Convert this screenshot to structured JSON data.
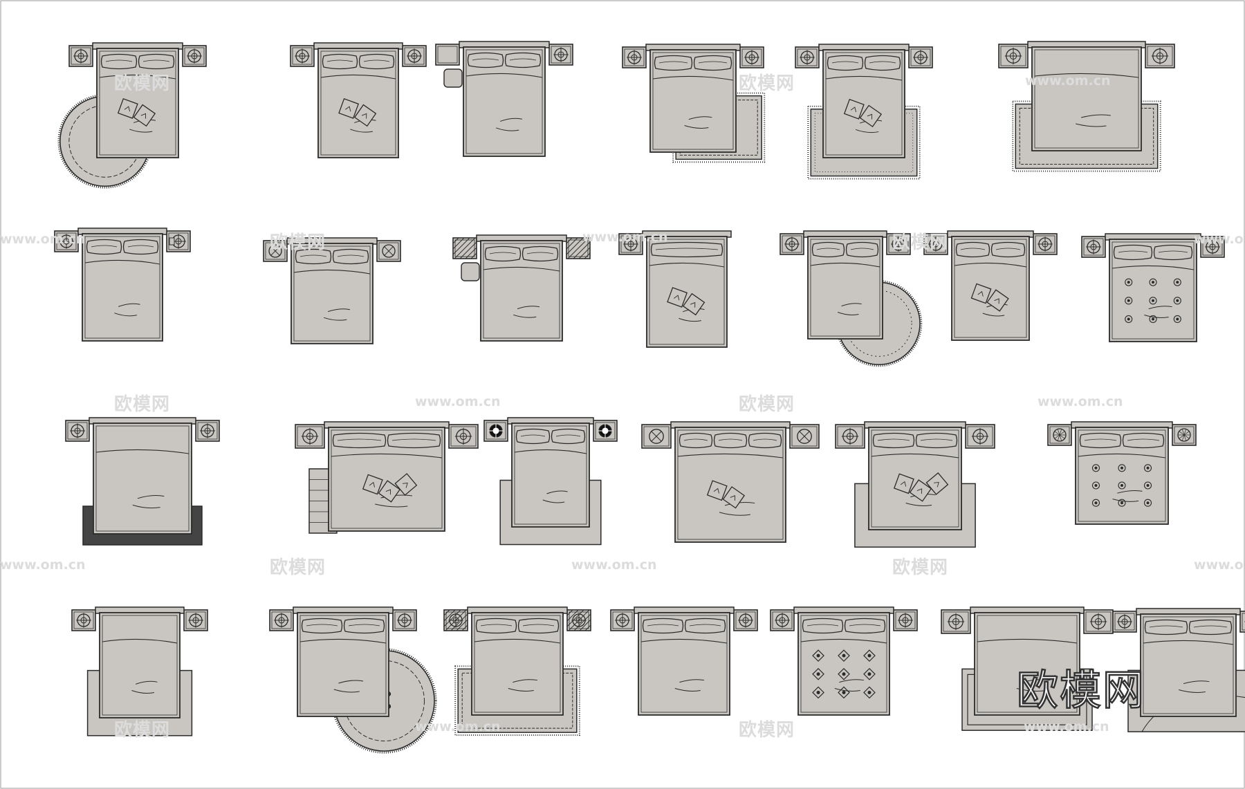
{
  "palette": {
    "fill": "#c9c6c1",
    "line": "#2a2a2a",
    "background": "#ffffff",
    "watermark": "#dcdcdc"
  },
  "watermark": {
    "brand_cn": "欧模网",
    "url": "www.om.cn",
    "logo_cn": "欧模网"
  },
  "beds": [
    {
      "row": 0,
      "size": "double",
      "tables": [
        "lamp-square",
        "lamp-square"
      ],
      "rug": "round-ornate",
      "pillows": 2,
      "cushions": 2
    },
    {
      "row": 0,
      "size": "double",
      "tables": [
        "lamp-round",
        "lamp-round"
      ],
      "rug": "none",
      "pillows": 2,
      "cushions": 2
    },
    {
      "row": 0,
      "size": "double",
      "tables": [
        "desk-with-chair",
        "lamp-square"
      ],
      "rug": "none",
      "pillows": 2,
      "cushions": 0
    },
    {
      "row": 0,
      "size": "double",
      "tables": [
        "lamp-square",
        "lamp-square"
      ],
      "rug": "wave-offset",
      "pillows": 2,
      "cushions": 0
    },
    {
      "row": 0,
      "size": "double",
      "tables": [
        "lamp-square",
        "lamp-square"
      ],
      "rug": "dotted-fringe",
      "pillows": 2,
      "cushions": 2
    },
    {
      "row": 0,
      "size": "king",
      "tables": [
        "lamp-round",
        "lamp-round"
      ],
      "rug": "fringed-fret",
      "pillows": 0,
      "cushions": 0
    },
    {
      "row": 1,
      "size": "double",
      "tables": [
        "lamp-square",
        "phone-lamp"
      ],
      "rug": "none",
      "pillows": 2,
      "cushions": 0
    },
    {
      "row": 1,
      "size": "double",
      "tables": [
        "lamp-x",
        "lamp-x"
      ],
      "rug": "none",
      "pillows": 2,
      "cushions": 0
    },
    {
      "row": 1,
      "size": "double",
      "tables": [
        "hatched-desk",
        "hatched"
      ],
      "rug": "none",
      "pillows": 2,
      "cushions": 0
    },
    {
      "row": 1,
      "size": "double",
      "tables": [
        "lamp-square",
        "none"
      ],
      "rug": "none",
      "pillows": 1,
      "cushions": 2
    },
    {
      "row": 1,
      "size": "double",
      "tables": [
        "lamp-square",
        "lamp-square"
      ],
      "rug": "round-dotted",
      "pillows": 2,
      "cushions": 0
    },
    {
      "row": 1,
      "size": "double",
      "tables": [
        "lamp-round",
        "lamp-round"
      ],
      "rug": "none",
      "pillows": 2,
      "cushions": 2
    },
    {
      "row": 1,
      "size": "double",
      "tables": [
        "lamp-square",
        "lamp-square"
      ],
      "rug": "tulip-cover",
      "pillows": 2,
      "cushions": 0
    },
    {
      "row": 2,
      "size": "double",
      "tables": [
        "lamp-square",
        "lamp-square"
      ],
      "rug": "dark-bar",
      "pillows": 0,
      "cushions": 0
    },
    {
      "row": 2,
      "size": "king",
      "tables": [
        "lamp-square",
        "lamp-square"
      ],
      "rug": "side-grid",
      "pillows": 2,
      "cushions": 3
    },
    {
      "row": 2,
      "size": "double",
      "tables": [
        "lamp-dark",
        "lamp-dark"
      ],
      "rug": "plain",
      "pillows": 2,
      "cushions": 0
    },
    {
      "row": 2,
      "size": "king",
      "tables": [
        "lamp-x",
        "lamp-x"
      ],
      "rug": "none",
      "pillows": 3,
      "cushions": 2
    },
    {
      "row": 2,
      "size": "king",
      "tables": [
        "lamp-square",
        "lamp-square"
      ],
      "rug": "plain-large",
      "pillows": 2,
      "cushions": 3
    },
    {
      "row": 2,
      "size": "double",
      "tables": [
        "lamp-round-ribbed",
        "lamp-round-ribbed"
      ],
      "rug": "floral-cover",
      "pillows": 2,
      "cushions": 0
    },
    {
      "row": 3,
      "size": "single",
      "tables": [
        "lamp-square",
        "lamp-square"
      ],
      "rug": "plain",
      "pillows": 0,
      "cushions": 0
    },
    {
      "row": 3,
      "size": "double",
      "tables": [
        "lamp-round",
        "lamp-round"
      ],
      "rug": "round-spotted",
      "pillows": 2,
      "cushions": 0
    },
    {
      "row": 3,
      "size": "double",
      "tables": [
        "hatched-lamp",
        "hatched-lamp"
      ],
      "rug": "star-border",
      "pillows": 2,
      "cushions": 0
    },
    {
      "row": 3,
      "size": "double",
      "tables": [
        "lamp-round",
        "lamp-round"
      ],
      "rug": "none",
      "pillows": 2,
      "cushions": 0
    },
    {
      "row": 3,
      "size": "double",
      "tables": [
        "lamp-square",
        "lamp-square"
      ],
      "rug": "damask-cover",
      "pillows": 2,
      "cushions": 0
    },
    {
      "row": 3,
      "size": "king",
      "tables": [
        "lamp-round",
        "lamp-round"
      ],
      "rug": "framed",
      "pillows": 0,
      "cushions": 0
    },
    {
      "row": 3,
      "size": "double",
      "tables": [
        "lamp-square",
        "lamp-square"
      ],
      "rug": "paisley-plain",
      "pillows": 2,
      "cushions": 0
    }
  ]
}
